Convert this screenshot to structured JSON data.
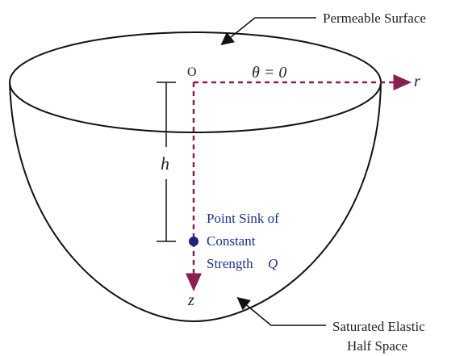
{
  "labels": {
    "permeable_surface": "Permeable Surface",
    "origin": "O",
    "theta": "θ = 0",
    "r_axis": "r",
    "z_axis": "z",
    "depth": "h",
    "sink_line1": "Point Sink of",
    "sink_line2": "Constant",
    "sink_line3": "Strength",
    "sink_symbol": "Q",
    "halfspace_line1": "Saturated Elastic",
    "halfspace_line2": "Half Space"
  },
  "colors": {
    "outline": "#111111",
    "axis_dash": "#8b1f4e",
    "sink_text": "#1f2f8a",
    "sink_point": "#1a237e"
  }
}
